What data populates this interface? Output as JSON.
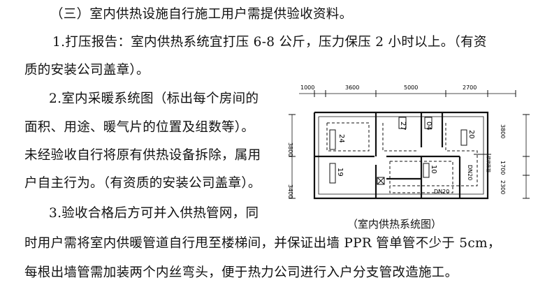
{
  "paragraphs": {
    "p1": "（三）室内供热设施自行施工用户需提供验收资料。",
    "p2_l1": "1.打压报告：室内供热系统宜打压 6-8 公斤，压力保压 2 小时以上。（有资",
    "p2_l2": "质的安装公司盖章）。",
    "p3_l1": "2.室内采暖系统图（标出每个房间的",
    "p3_l2": "面积、用途、暖气片的位置及组数等）。",
    "p3_l3": "未经验收自行将原有供热设备拆除，属用",
    "p3_l4": "户自主行为。（有资质的安装公司盖章）。",
    "p4_l1": "3.验收合格后方可并入供热管网，同",
    "p4_l2": "时用户需将室内供暖管道自行甩至楼梯间，并保证出墙 PPR 管单管不少于 5cm，",
    "p4_l3": "每根出墙管需加装两个内丝弯头，便于热力公司进行入户分支管改造施工。"
  },
  "figure": {
    "caption": "（室内供热系统图）",
    "top_dims": [
      "1000",
      "3600",
      "5000",
      "2700"
    ],
    "left_dims": [
      "3800",
      "3400"
    ],
    "right_dims": [
      "3800",
      "1700",
      "2300"
    ],
    "room_labels": [
      "24",
      "27",
      "04",
      "20",
      "19",
      "10"
    ],
    "pipe_label": "DN20",
    "pipe_label_2": "DN20",
    "side_label": "接供热管"
  }
}
